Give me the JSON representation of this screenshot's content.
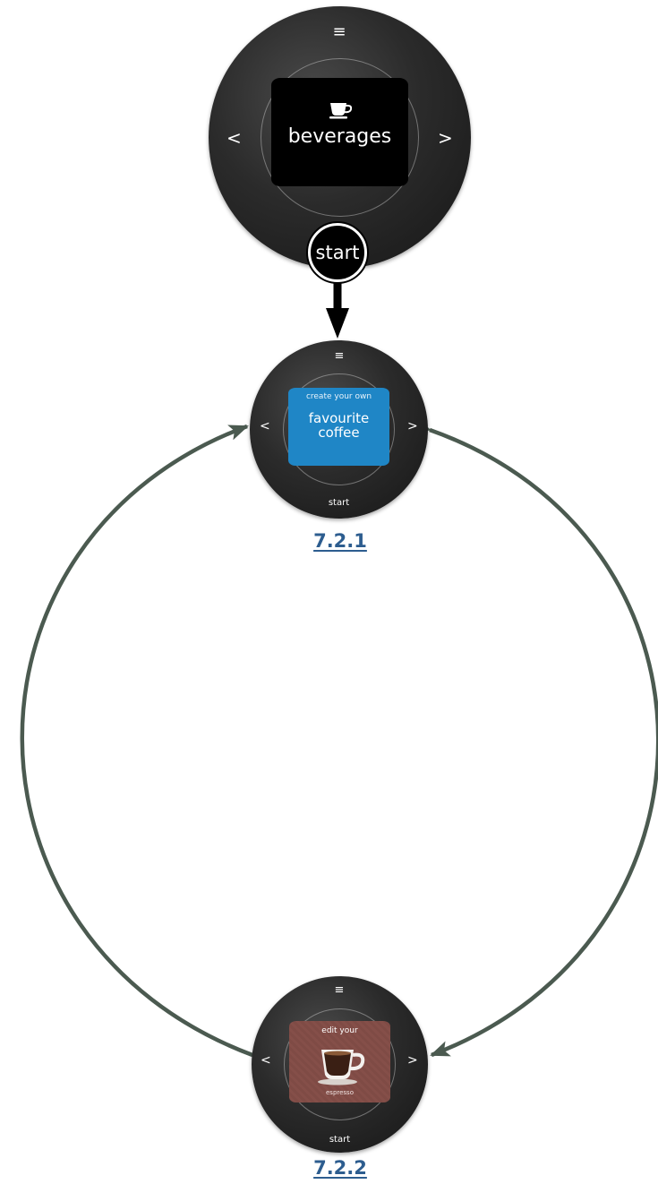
{
  "dial_top": {
    "menu_icon": "menu-icon",
    "left_chevron": "<",
    "right_chevron": ">",
    "screen_icon": "coffee-cup-icon",
    "screen_title": "beverages",
    "start_button": "start"
  },
  "dial_721": {
    "menu_icon": "menu-icon",
    "left_chevron": "<",
    "right_chevron": ">",
    "screen_subtitle": "create your own",
    "screen_line1": "favourite",
    "screen_line2": "coffee",
    "screen_color": "#1f86c6",
    "start_label": "start",
    "reference": "7.2.1"
  },
  "dial_722": {
    "menu_icon": "menu-icon",
    "left_chevron": "<",
    "right_chevron": ">",
    "screen_subtitle": "edit your",
    "screen_image": "espresso-cup-icon",
    "screen_footer": "espresso",
    "screen_color": "#7f4b45",
    "start_label": "start",
    "reference": "7.2.2"
  },
  "colors": {
    "dial_body": "#2b2b2b",
    "connector_dark": "#000000",
    "connector_loop": "#4b5a50",
    "reference_label": "#2d5d8f"
  }
}
